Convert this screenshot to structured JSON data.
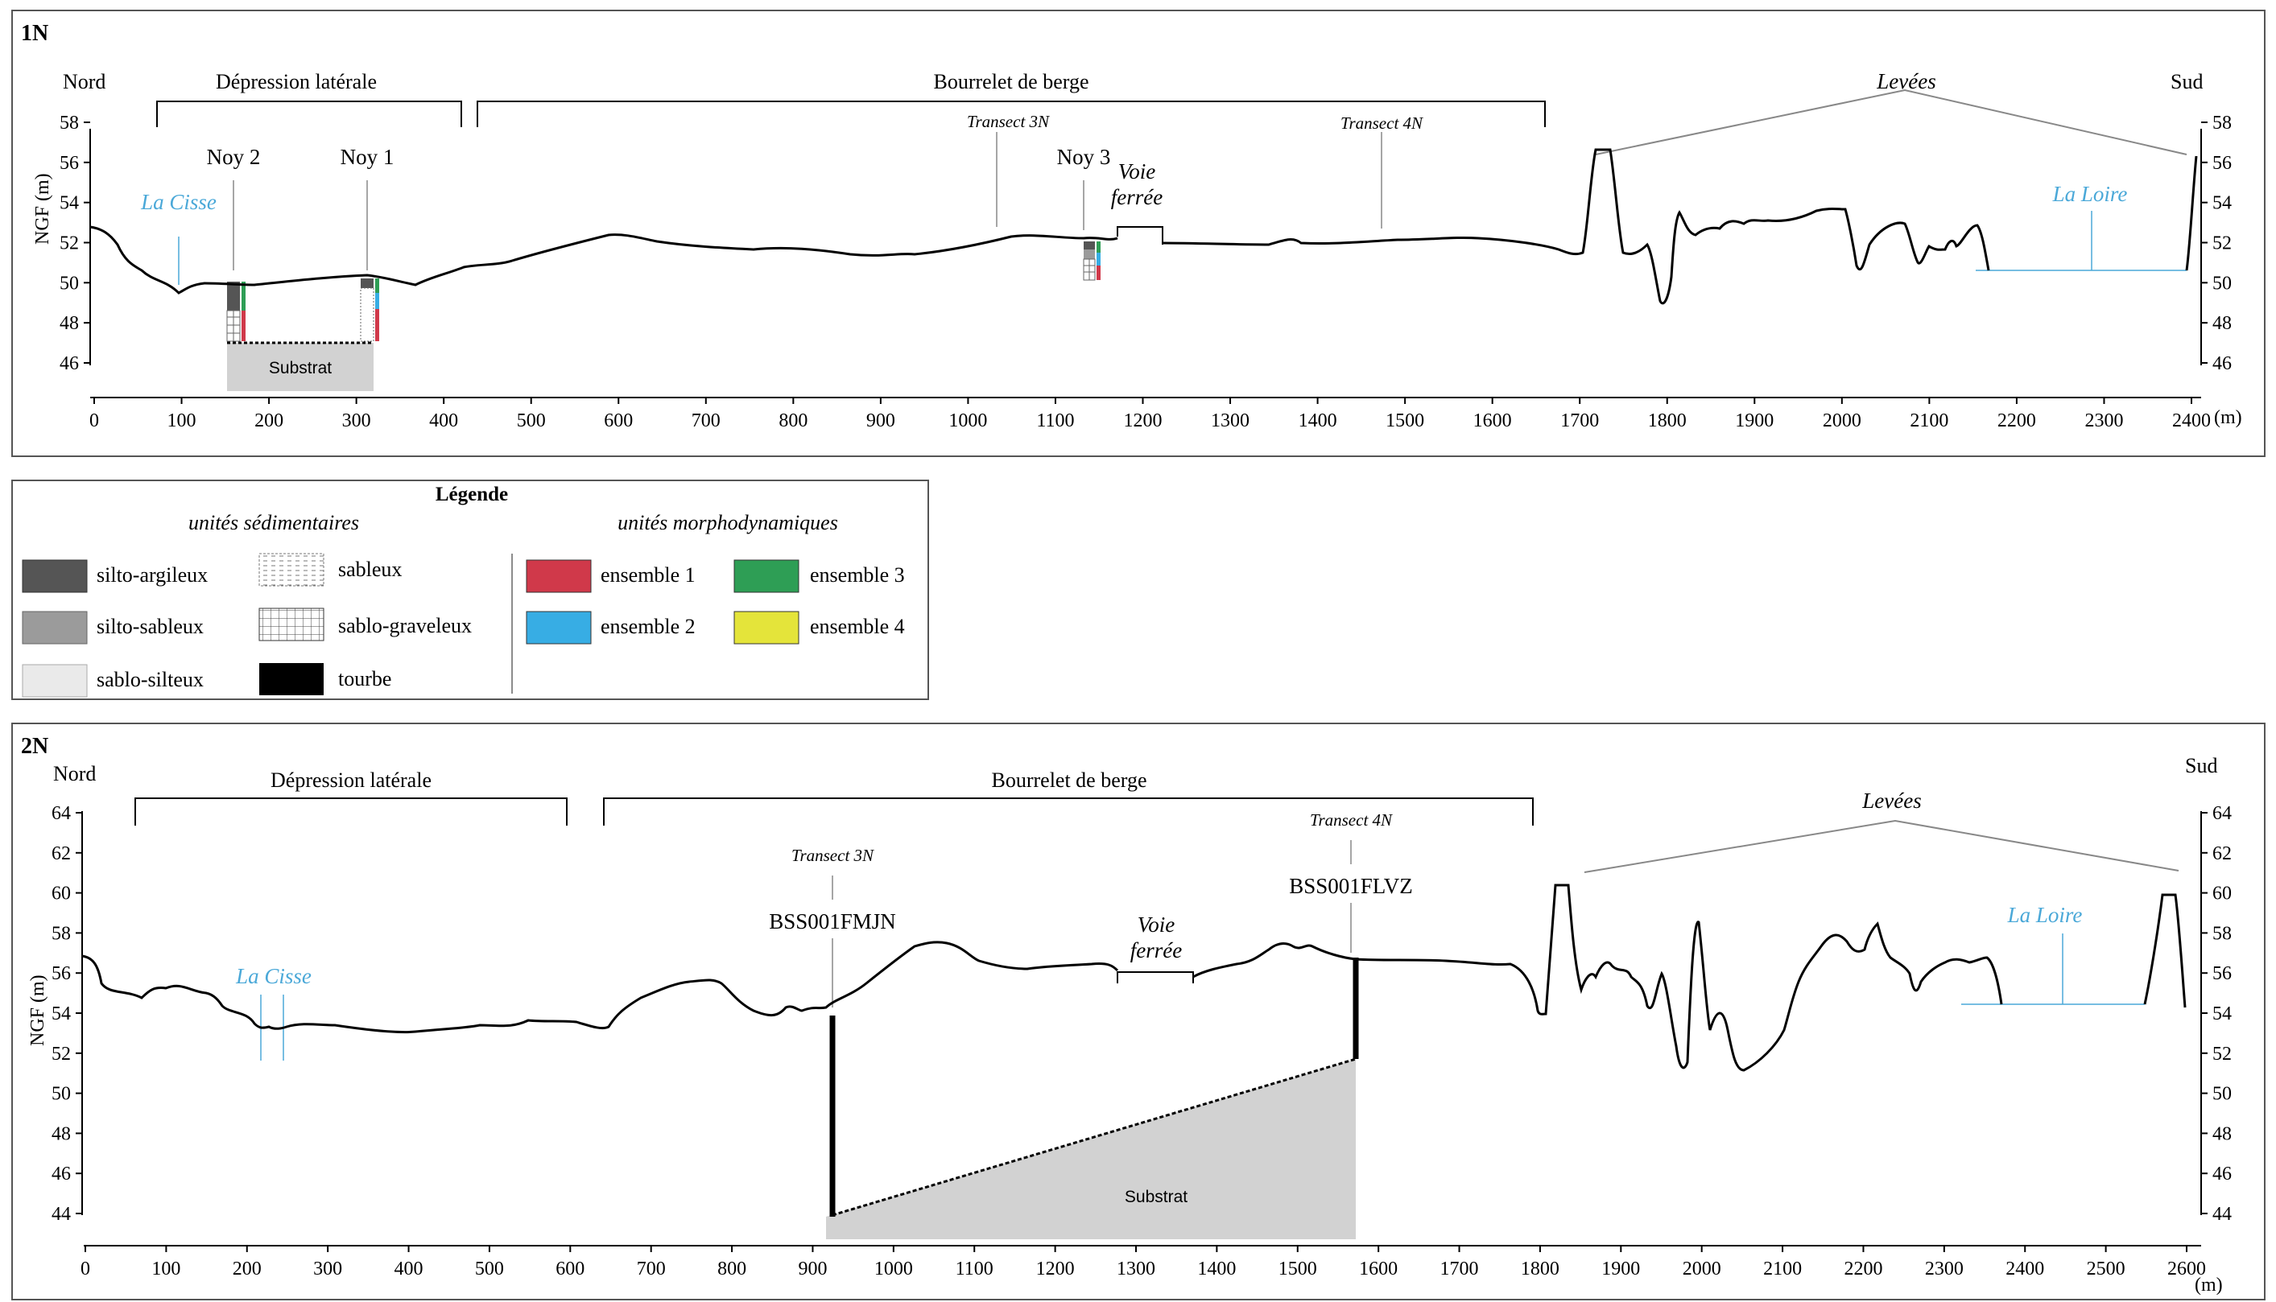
{
  "panel1": {
    "id": "1N",
    "north": "Nord",
    "south": "Sud",
    "ylabel": "NGF (m)",
    "xunit": "(m)",
    "y_ticks": [
      "58",
      "56",
      "54",
      "52",
      "50",
      "48",
      "46"
    ],
    "x_ticks": [
      "0",
      "100",
      "200",
      "300",
      "400",
      "500",
      "600",
      "700",
      "800",
      "900",
      "1000",
      "1100",
      "1200",
      "1300",
      "1400",
      "1500",
      "1600",
      "1700",
      "1800",
      "1900",
      "2000",
      "2100",
      "2200",
      "2300",
      "2400"
    ],
    "zones": {
      "depression": "Dépression latérale",
      "bourrelet": "Bourrelet de berge",
      "levees": "Levées"
    },
    "labels": {
      "la_cisse": "La Cisse",
      "noy2": "Noy 2",
      "noy1": "Noy 1",
      "noy3": "Noy 3",
      "transect3": "Transect 3N",
      "transect4": "Transect 4N",
      "voie_ferree_1": "Voie",
      "voie_ferree_2": "ferrée",
      "la_loire": "La Loire",
      "substrat": "Substrat"
    }
  },
  "legend": {
    "title": "Légende",
    "sed_title": "unités sédimentaires",
    "morpho_title": "unités morphodynamiques",
    "sed": [
      "silto-argileux",
      "silto-sableux",
      "sablo-silteux",
      "sableux",
      "sablo-graveleux",
      "tourbe"
    ],
    "morpho": [
      "ensemble 1",
      "ensemble 2",
      "ensemble 3",
      "ensemble 4"
    ],
    "colors": {
      "ensemble1": "#d0394a",
      "ensemble2": "#37ade4",
      "ensemble3": "#2e9e55",
      "ensemble4": "#e4e43a",
      "silto_argileux": "#555555",
      "silto_sableux": "#9b9b9b",
      "sablo_silteux": "#eaeaea",
      "tourbe": "#000000",
      "river": "#4aa8d8",
      "substrat": "#d2d2d2"
    }
  },
  "panel2": {
    "id": "2N",
    "north": "Nord",
    "south": "Sud",
    "ylabel": "NGF (m)",
    "xunit": "(m)",
    "y_ticks": [
      "64",
      "62",
      "60",
      "58",
      "56",
      "54",
      "52",
      "50",
      "48",
      "46",
      "44"
    ],
    "x_ticks": [
      "0",
      "100",
      "200",
      "300",
      "400",
      "500",
      "600",
      "700",
      "800",
      "900",
      "1000",
      "1100",
      "1200",
      "1300",
      "1400",
      "1500",
      "1600",
      "1700",
      "1800",
      "1900",
      "2000",
      "2100",
      "2200",
      "2300",
      "2400",
      "2500",
      "2600"
    ],
    "zones": {
      "depression": "Dépression latérale",
      "bourrelet": "Bourrelet de berge",
      "levees": "Levées"
    },
    "labels": {
      "la_cisse": "La Cisse",
      "transect3": "Transect 3N",
      "transect4": "Transect 4N",
      "bss1": "BSS001FMJN",
      "bss2": "BSS001FLVZ",
      "voie_ferree_1": "Voie",
      "voie_ferree_2": "ferrée",
      "la_loire": "La Loire",
      "substrat": "Substrat"
    }
  }
}
